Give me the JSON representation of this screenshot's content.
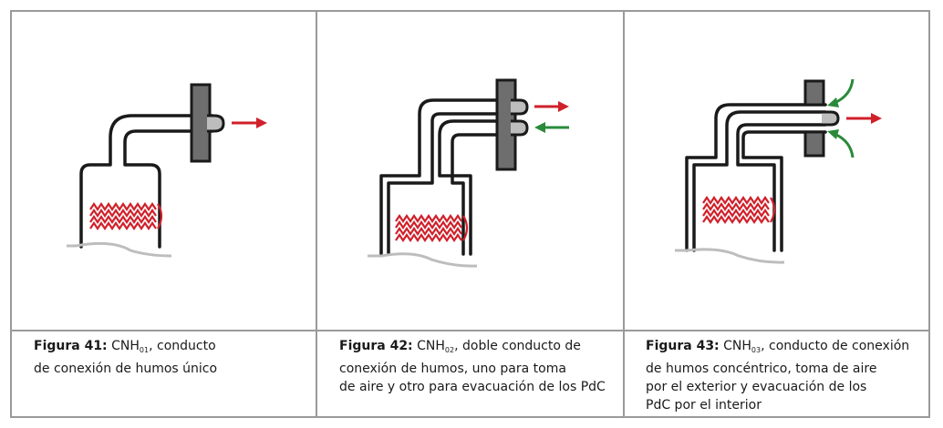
{
  "figures": [
    {
      "label": "Figura 41:",
      "code_main": "CNH",
      "code_sub": "01",
      "line1_rest": ", conducto",
      "lines": [
        "de conexión de humos único"
      ]
    },
    {
      "label": "Figura 42:",
      "code_main": "CNH",
      "code_sub": "02",
      "line1_rest": ", doble conducto de",
      "lines": [
        "conexión de humos, uno para toma",
        "de aire y otro para evacuación de los PdC"
      ]
    },
    {
      "label": "Figura 43:",
      "code_main": "CNH",
      "code_sub": "03",
      "line1_rest": ", conducto de conexión",
      "lines": [
        "de humos concéntrico, toma de aire",
        "por el exterior y evacuación de los",
        "PdC por el interior"
      ]
    }
  ],
  "colors": {
    "border": "#9a9a9a",
    "pipe_stroke": "#1a1a1a",
    "wall": "#6e6e6e",
    "exhaust_arrow": "#d0202a",
    "intake_arrow": "#2a8a3a",
    "heat_coil": "#d0202a",
    "floor": "#bdbdbd"
  },
  "icons": [
    "exhaust-arrow-icon",
    "intake-arrow-icon",
    "heat-coil-icon"
  ]
}
